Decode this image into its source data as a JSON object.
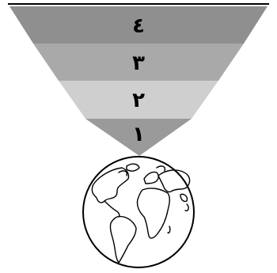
{
  "diagram": {
    "levels": [
      {
        "label": "٤",
        "color": "#8f8f8f"
      },
      {
        "label": "٣",
        "color": "#a9a9a9"
      },
      {
        "label": "٢",
        "color": "#cfcfcf"
      },
      {
        "label": "١",
        "color": "#9a9a9a"
      }
    ],
    "globe": {
      "icon": "earth-globe-icon"
    }
  }
}
